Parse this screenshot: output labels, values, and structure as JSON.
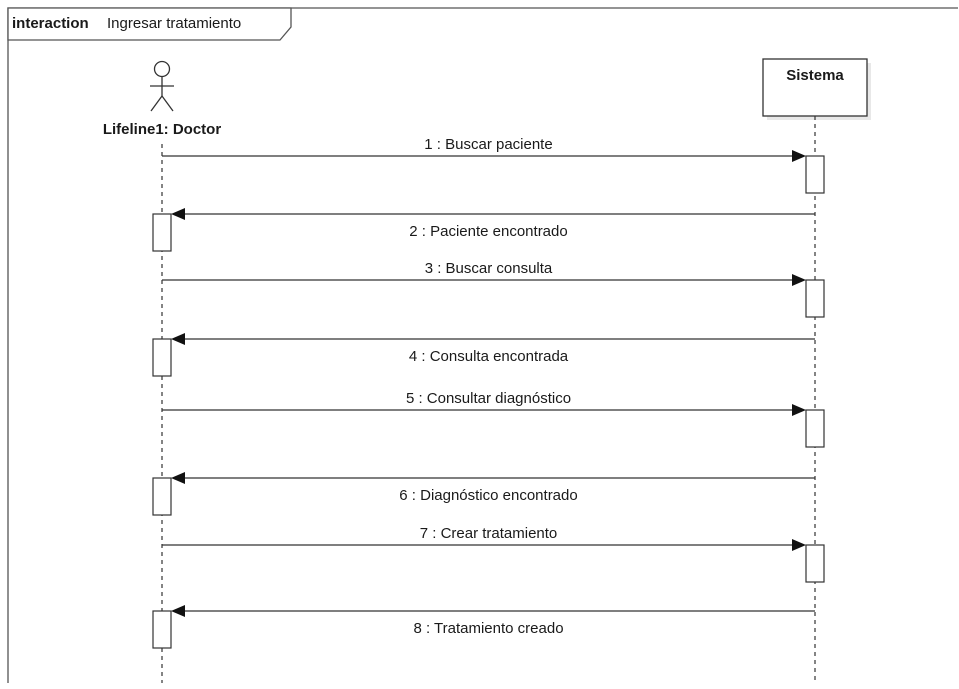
{
  "frame": {
    "keyword": "interaction",
    "name": "Ingresar tratamiento"
  },
  "lifelines": {
    "doctor": {
      "label": "Lifeline1: Doctor",
      "kind": "actor"
    },
    "system": {
      "label": "Sistema",
      "kind": "object"
    }
  },
  "messages": [
    {
      "label": "1 : Buscar paciente",
      "from": "doctor",
      "to": "system"
    },
    {
      "label": "2 : Paciente encontrado",
      "from": "system",
      "to": "doctor"
    },
    {
      "label": "3 : Buscar consulta",
      "from": "doctor",
      "to": "system"
    },
    {
      "label": "4 : Consulta encontrada",
      "from": "system",
      "to": "doctor"
    },
    {
      "label": "5 : Consultar diagnóstico",
      "from": "doctor",
      "to": "system"
    },
    {
      "label": "6 : Diagnóstico encontrado",
      "from": "system",
      "to": "doctor"
    },
    {
      "label": "7 : Crear tratamiento",
      "from": "doctor",
      "to": "system"
    },
    {
      "label": "8 : Tratamiento creado",
      "from": "system",
      "to": "doctor"
    }
  ]
}
